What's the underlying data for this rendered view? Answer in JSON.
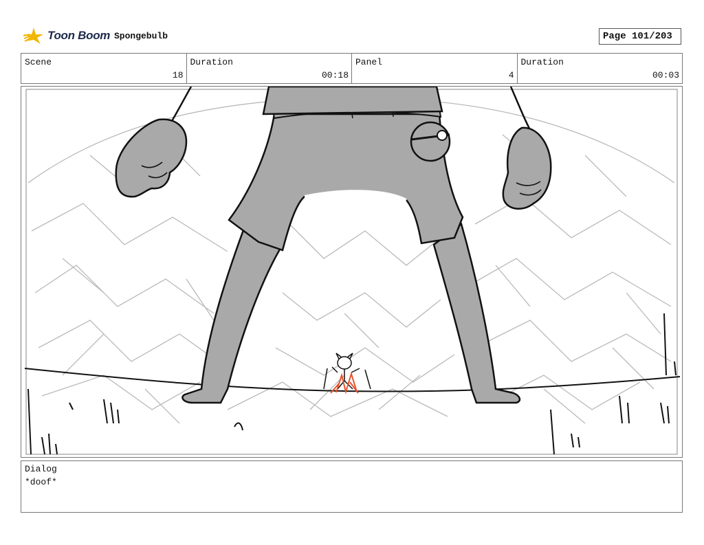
{
  "header": {
    "logo_text": "Toon Boom",
    "project": "Spongebulb",
    "page": "Page 101/203"
  },
  "fields": [
    {
      "label": "Scene",
      "value": "18"
    },
    {
      "label": "Duration",
      "value": "00:18"
    },
    {
      "label": "Panel",
      "value": "4"
    },
    {
      "label": "Duration",
      "value": "00:03"
    }
  ],
  "dialog": {
    "label": "Dialog",
    "text": "*doof*"
  },
  "colors": {
    "figure_fill": "#a9a9a9",
    "outline": "#111111",
    "fire": "#e8532a",
    "logo_star": "#f2b705"
  }
}
